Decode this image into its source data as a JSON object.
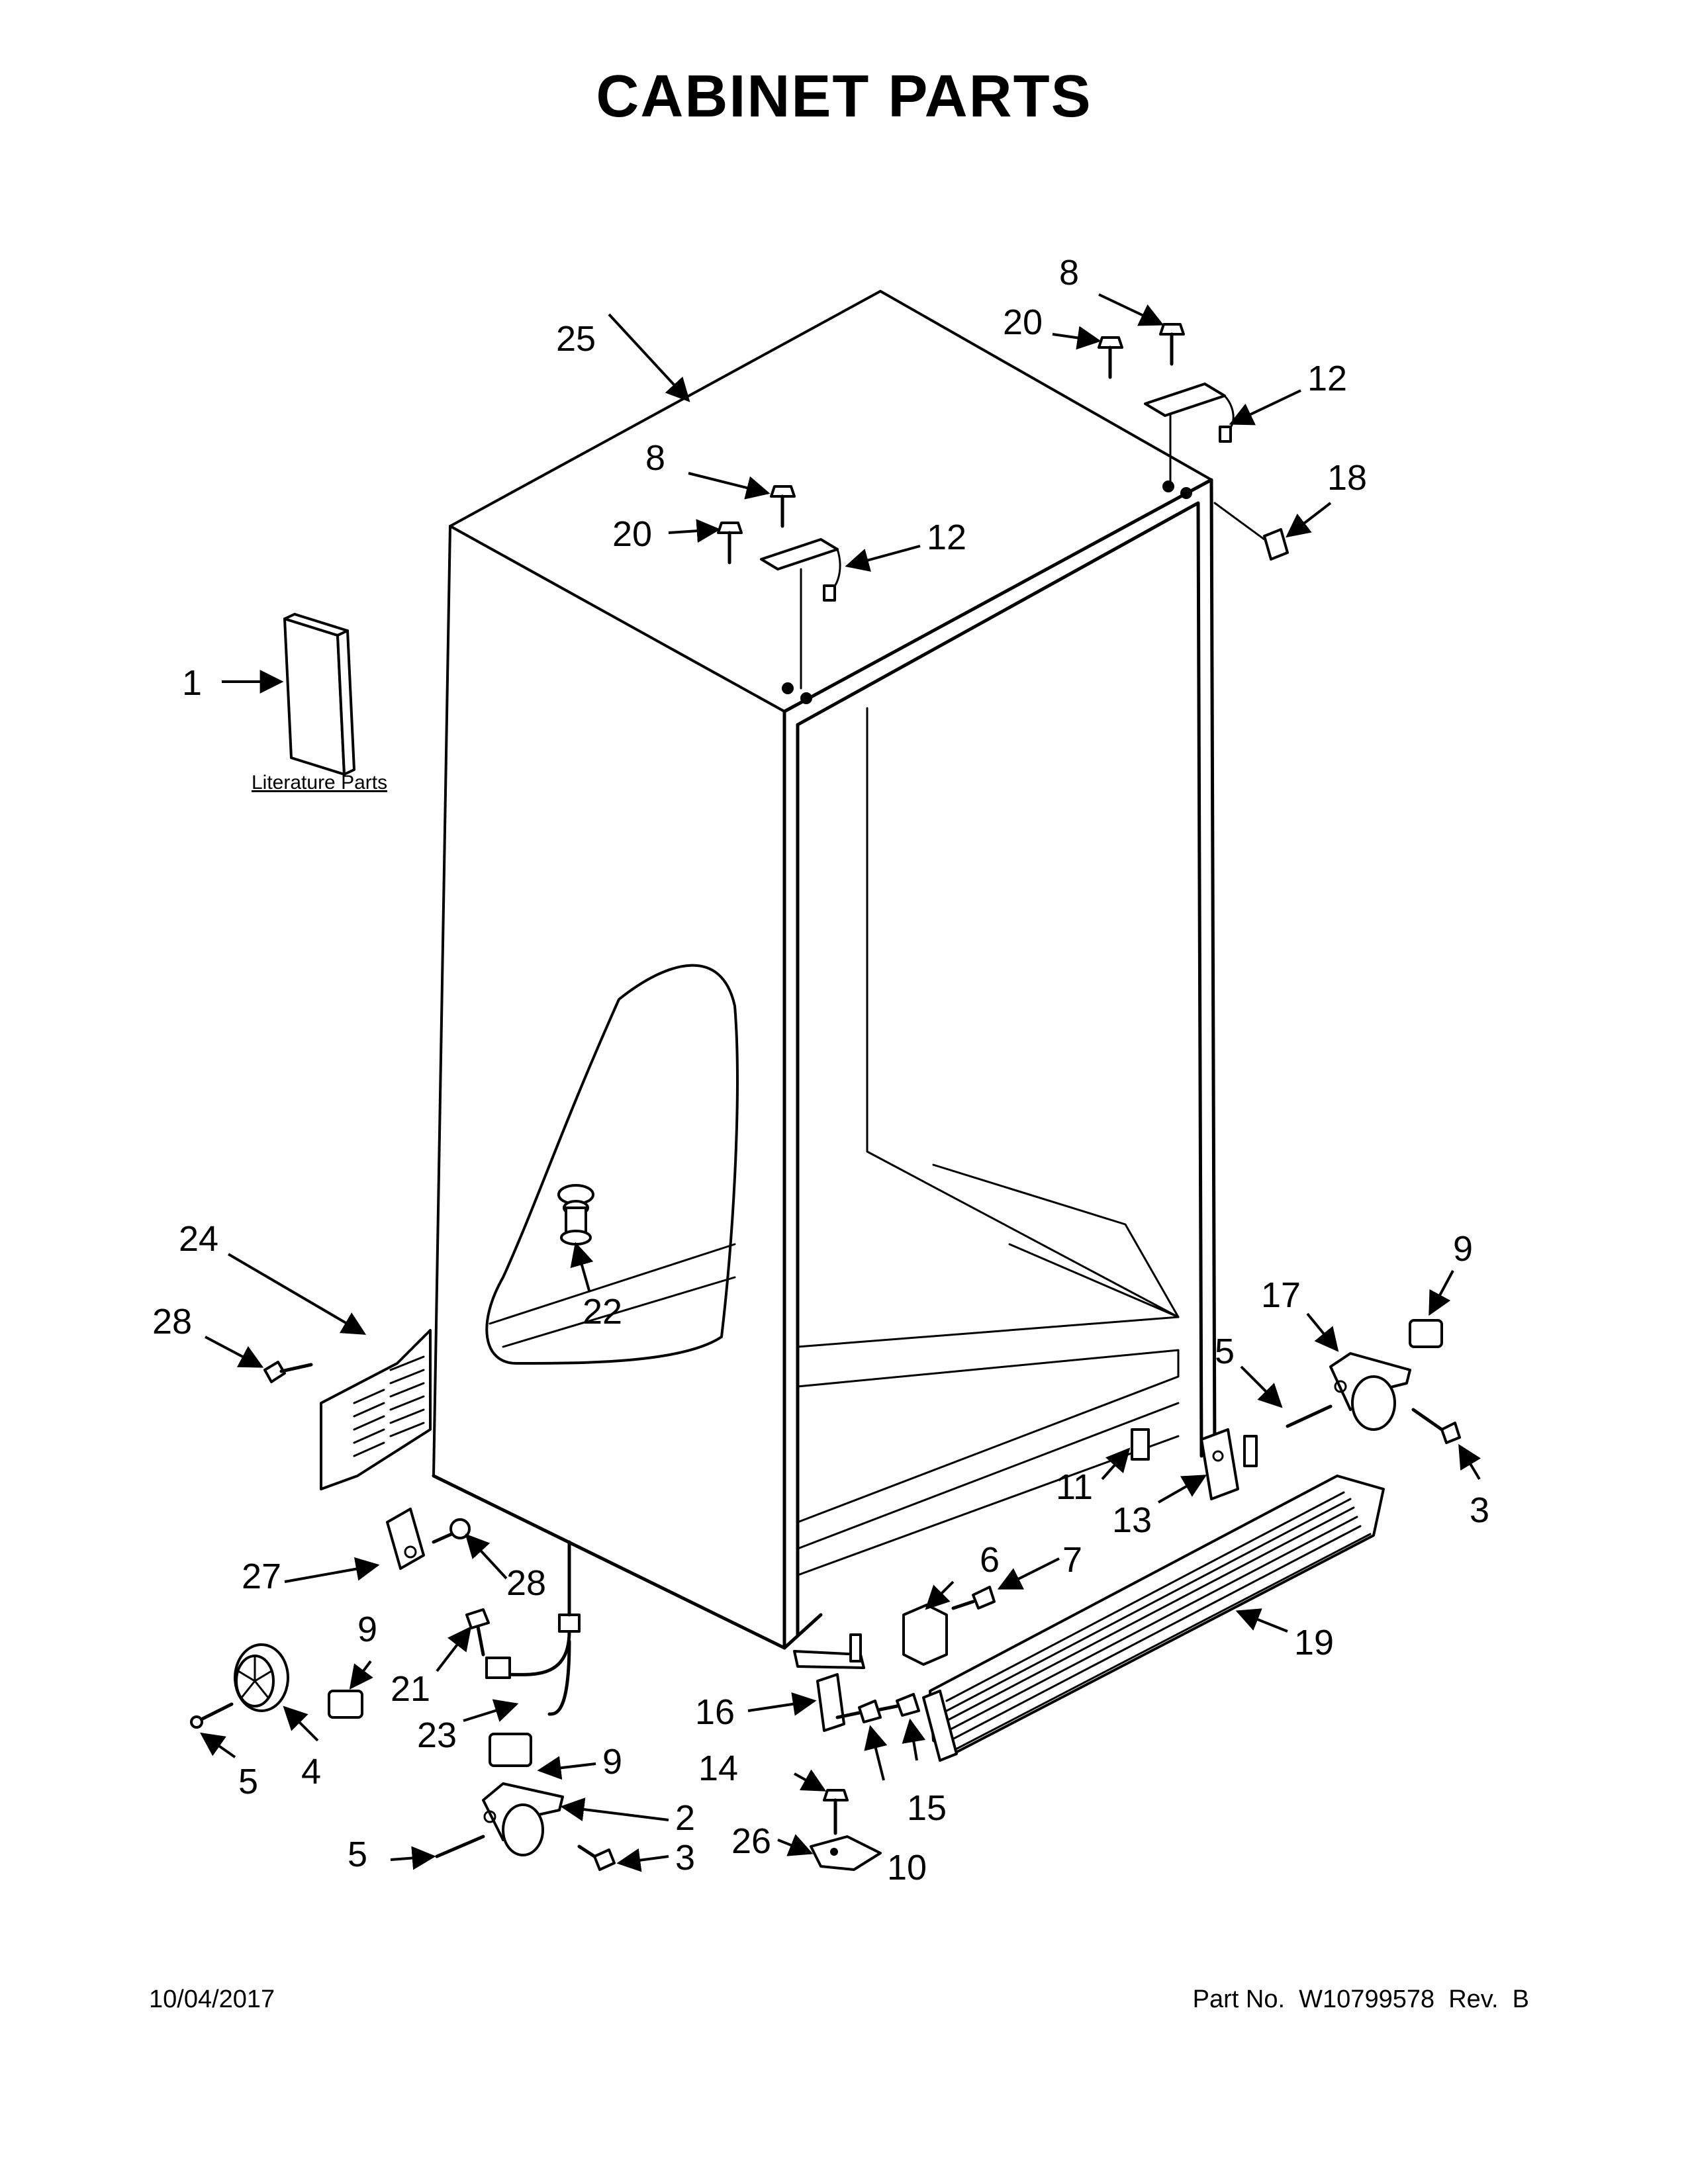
{
  "title": "CABINET PARTS",
  "literature_label": "Literature Parts",
  "footer": {
    "date": "10/04/2017",
    "part_number": "Part No.  W10799578  Rev.  B"
  },
  "callouts": [
    {
      "id": "c1",
      "text": "1"
    },
    {
      "id": "c2",
      "text": "2"
    },
    {
      "id": "c3a",
      "text": "3"
    },
    {
      "id": "c3b",
      "text": "3"
    },
    {
      "id": "c4",
      "text": "4"
    },
    {
      "id": "c5a",
      "text": "5"
    },
    {
      "id": "c5b",
      "text": "5"
    },
    {
      "id": "c5c",
      "text": "5"
    },
    {
      "id": "c6",
      "text": "6"
    },
    {
      "id": "c7",
      "text": "7"
    },
    {
      "id": "c8a",
      "text": "8"
    },
    {
      "id": "c8b",
      "text": "8"
    },
    {
      "id": "c9a",
      "text": "9"
    },
    {
      "id": "c9b",
      "text": "9"
    },
    {
      "id": "c9c",
      "text": "9"
    },
    {
      "id": "c10",
      "text": "10"
    },
    {
      "id": "c11",
      "text": "11"
    },
    {
      "id": "c12a",
      "text": "12"
    },
    {
      "id": "c12b",
      "text": "12"
    },
    {
      "id": "c13",
      "text": "13"
    },
    {
      "id": "c14",
      "text": "14"
    },
    {
      "id": "c15",
      "text": "15"
    },
    {
      "id": "c16",
      "text": "16"
    },
    {
      "id": "c17",
      "text": "17"
    },
    {
      "id": "c18",
      "text": "18"
    },
    {
      "id": "c19",
      "text": "19"
    },
    {
      "id": "c20a",
      "text": "20"
    },
    {
      "id": "c20b",
      "text": "20"
    },
    {
      "id": "c21",
      "text": "21"
    },
    {
      "id": "c22",
      "text": "22"
    },
    {
      "id": "c23",
      "text": "23"
    },
    {
      "id": "c24",
      "text": "24"
    },
    {
      "id": "c25",
      "text": "25"
    },
    {
      "id": "c26",
      "text": "26"
    },
    {
      "id": "c27",
      "text": "27"
    },
    {
      "id": "c28a",
      "text": "28"
    },
    {
      "id": "c28b",
      "text": "28"
    }
  ]
}
